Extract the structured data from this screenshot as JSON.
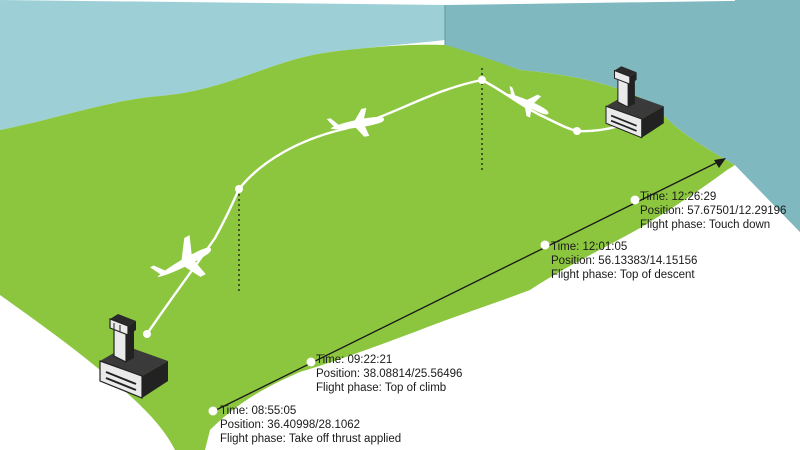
{
  "colors": {
    "sky_left": "#9ccfd6",
    "sky_right": "#7fb8bf",
    "ground": "#8cc63f",
    "ground_edge": "#6fa832",
    "flight_path": "#ffffff",
    "timeline": "#1a1a1a"
  },
  "events": [
    {
      "time": "Time: 08:55:05",
      "position": "Position: 36.40998/28.1062",
      "phase": "Flight phase: Take off thrust applied"
    },
    {
      "time": "Time: 09:22:21",
      "position": "Position: 38.08814/25.56496",
      "phase": "Flight phase: Top of climb"
    },
    {
      "time": "Time: 12:01:05",
      "position": "Position: 56.13383/14.15156",
      "phase": "Flight phase: Top of descent"
    },
    {
      "time": "Time: 12:26:29",
      "position": "Position: 57.67501/12.29196",
      "phase": "Flight phase: Touch down"
    }
  ],
  "icons": [
    "control-tower-icon",
    "airplane-icon"
  ]
}
